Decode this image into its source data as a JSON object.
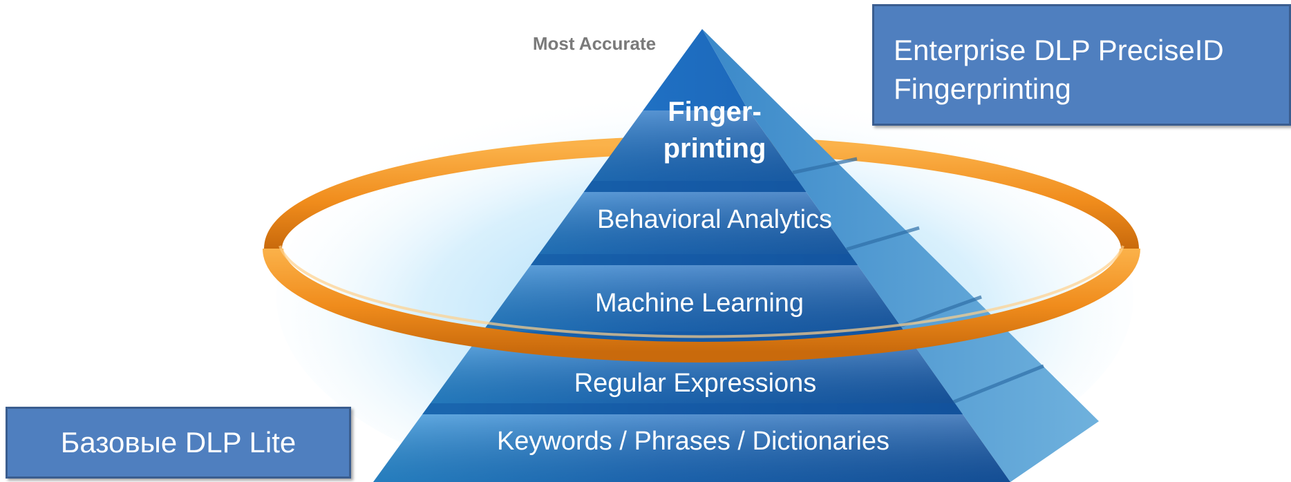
{
  "peak_label": "Most Accurate",
  "pyramid": {
    "tiers": [
      {
        "lines": [
          "Finger-",
          "printing"
        ],
        "bold": true
      },
      {
        "lines": [
          "Behavioral Analytics"
        ],
        "bold": false
      },
      {
        "lines": [
          "Machine Learning"
        ],
        "bold": false
      },
      {
        "lines": [
          "Regular Expressions"
        ],
        "bold": false
      },
      {
        "lines": [
          "Keywords / Phrases / Dictionaries"
        ],
        "bold": false
      }
    ]
  },
  "callouts": {
    "enterprise": [
      "Enterprise DLP PreciseID",
      "Fingerprinting"
    ],
    "basic": "Базовые DLP Lite"
  },
  "colors": {
    "pyramid_light": "#3fa8e8",
    "pyramid_dark": "#0d3f86",
    "ring": "#f08c1c",
    "callout_fill": "#4f7fbf",
    "callout_border": "#3a5d8f",
    "peak_label": "#7a7a7a"
  }
}
